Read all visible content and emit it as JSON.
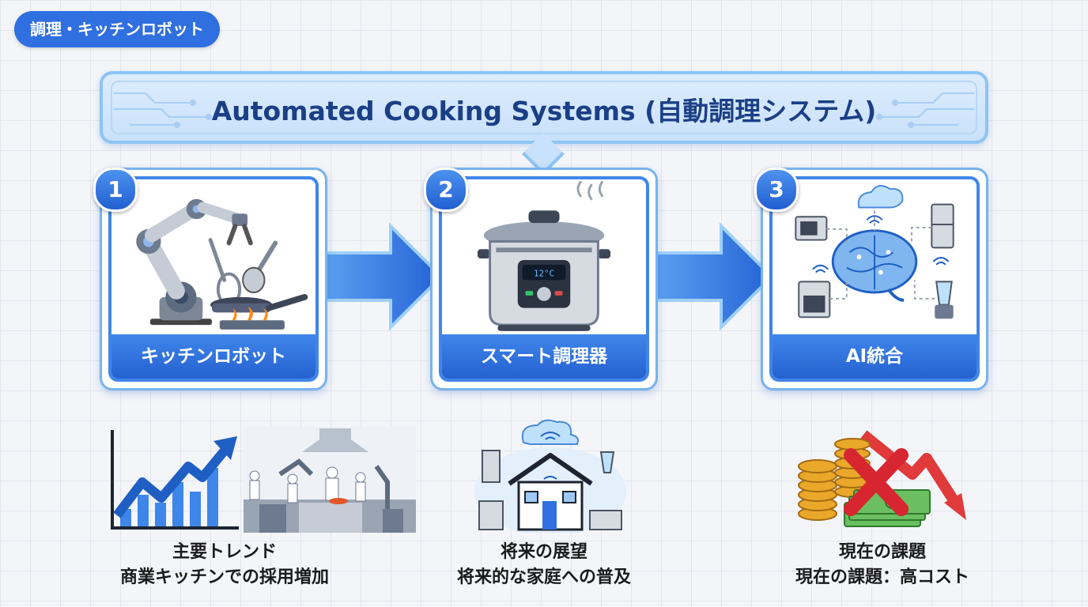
{
  "tag": "調理・キッチンロボット",
  "title": "Automated Cooking Systems (自動調理システム)",
  "steps": [
    {
      "number": "1",
      "label": "キッチンロボット"
    },
    {
      "number": "2",
      "label": "スマート調理器"
    },
    {
      "number": "3",
      "label": "AI統合"
    }
  ],
  "cooker_display": "12°C",
  "captions": [
    {
      "heading": "主要トレンド",
      "text": "商業キッチンでの採用増加"
    },
    {
      "heading": "将来の展望",
      "text": "将来的な家庭への普及"
    },
    {
      "heading": "現在の課題",
      "text": "現在の課題：高コスト"
    }
  ],
  "colors": {
    "accent": "#2f6fe0",
    "title_text": "#1b3f86",
    "banner": "#c9e1fb"
  }
}
